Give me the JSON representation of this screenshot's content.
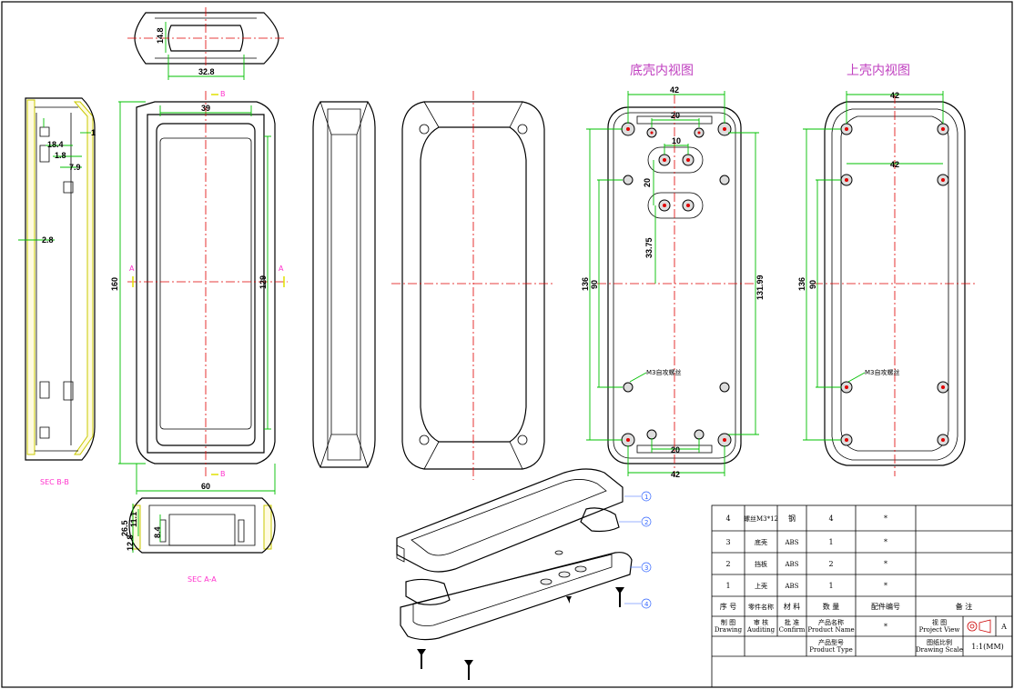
{
  "dimensions": {
    "top_width": "32.8",
    "top_height": "14.8",
    "sec_b_1": "1",
    "sec_b_18_4": "18.4",
    "sec_b_1_8": "1.8",
    "sec_b_7_9": "7.9",
    "sec_b_2_8": "2.8",
    "front_39": "39",
    "front_160": "160",
    "front_129": "129",
    "front_60": "60",
    "sec_a_26_5": "26.5",
    "sec_a_11_1": "11.1",
    "sec_a_8_4": "8.4",
    "sec_a_12_8": "12.8",
    "bottom_42_top": "42",
    "bottom_20_top": "20",
    "bottom_10": "10",
    "bottom_20_side": "20",
    "bottom_33_75": "33.75",
    "bottom_136": "136",
    "bottom_90": "90",
    "bottom_131_99": "131.99",
    "bottom_20_bottom": "20",
    "bottom_42_bottom": "42",
    "top_shell_42_top": "42",
    "top_shell_42_inner": "42",
    "top_shell_136": "136",
    "top_shell_90": "90"
  },
  "labels": {
    "section_b": "B",
    "section_a": "A",
    "sec_bb": "SEC B-B",
    "sec_aa": "SEC A-A",
    "bottom_view_title": "底壳内视图",
    "top_view_title": "上壳内视图",
    "m3_bottom": "M3自攻螺丝",
    "m3_top": "M3自攻螺丝"
  },
  "balloons": [
    "1",
    "2",
    "3",
    "4"
  ],
  "bom": {
    "rows": [
      {
        "no": "4",
        "name": "螺丝M3*12",
        "material": "钢",
        "qty": "4",
        "code": "*"
      },
      {
        "no": "3",
        "name": "底壳",
        "material": "ABS",
        "qty": "1",
        "code": "*"
      },
      {
        "no": "2",
        "name": "挡板",
        "material": "ABS",
        "qty": "2",
        "code": "*"
      },
      {
        "no": "1",
        "name": "上壳",
        "material": "ABS",
        "qty": "1",
        "code": "*"
      }
    ],
    "header": {
      "no": "序 号",
      "name": "零件名称",
      "material": "材 料",
      "qty": "数 量",
      "code": "配件编号",
      "remark": "备 注"
    }
  },
  "title_block": {
    "drawing_cn": "制 图",
    "drawing_en": "Drawing",
    "auditing_cn": "审 核",
    "auditing_en": "Auditing",
    "confirm_cn": "批 准",
    "confirm_en": "Confirm",
    "product_name_cn": "产品名称",
    "product_name_en": "Product Name",
    "product_name_val": "*",
    "project_view_cn": "视 图",
    "project_view_en": "Project View",
    "view_letter": "A",
    "product_type_cn": "产品型号",
    "product_type_en": "Product Type",
    "scale_cn": "图纸比例",
    "scale_en": "Drawing Scale",
    "scale_val": "1:1(MM)"
  }
}
